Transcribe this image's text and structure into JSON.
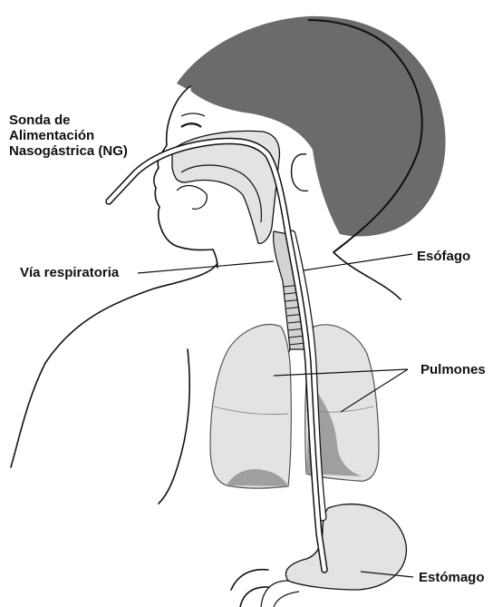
{
  "labels": {
    "ng_tube": [
      "Sonda de",
      "Alimentación",
      "Nasogástrica (NG)"
    ],
    "airway": "Vía respiratoria",
    "esophagus": "Esófago",
    "lungs": "Pulmones",
    "stomach": "Estómago"
  },
  "colors": {
    "hair": "#6b6b6b",
    "organ_fill": "#e3e3e3",
    "organ_dark": "#9f9f9f",
    "outline": "#111111"
  }
}
